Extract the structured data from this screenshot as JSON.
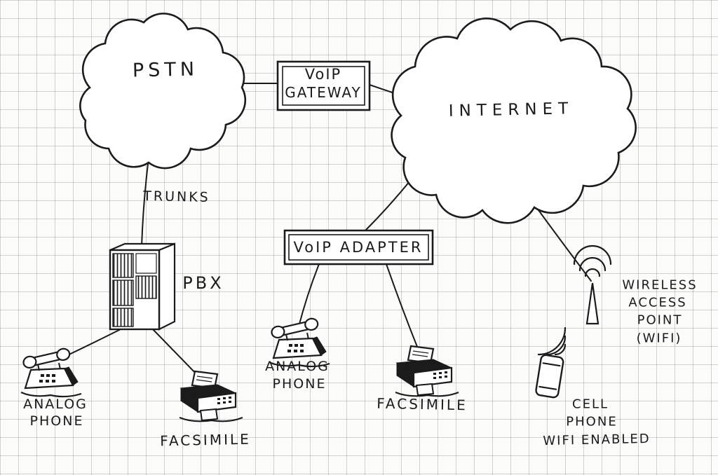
{
  "title": "Hand-drawn VoIP network diagram on graph paper",
  "labels": {
    "pstn": "PSTN",
    "gateway1": "VoIP",
    "gateway2": "GATEWAY",
    "internet": "INTERNET",
    "trunks": "TRUNKS",
    "pbx": "PBX",
    "adapter": "VoIP ADAPTER",
    "analog_left1": "ANALOG",
    "analog_left2": "PHONE",
    "fax_left": "FACSIMILE",
    "analog_mid1": "ANALOG",
    "analog_mid2": "PHONE",
    "fax_mid": "FACSIMILE",
    "wap1": "WIRELESS",
    "wap2": "ACCESS",
    "wap3": "POINT",
    "wap4": "(WIFI)",
    "cell1": "CELL",
    "cell2": "PHONE",
    "cell3": "WIFI ENABLED"
  },
  "nodes": [
    {
      "id": "pstn",
      "type": "cloud",
      "label": "PSTN"
    },
    {
      "id": "voip-gateway",
      "type": "box",
      "label": "VoIP GATEWAY"
    },
    {
      "id": "internet",
      "type": "cloud",
      "label": "INTERNET"
    },
    {
      "id": "pbx",
      "type": "cabinet",
      "label": "PBX"
    },
    {
      "id": "voip-adapter",
      "type": "box",
      "label": "VoIP ADAPTER"
    },
    {
      "id": "analog-phone-left",
      "type": "analog-phone-icon",
      "label": "ANALOG PHONE"
    },
    {
      "id": "facsimile-left",
      "type": "facsimile-icon",
      "label": "FACSIMILE"
    },
    {
      "id": "analog-phone-mid",
      "type": "analog-phone-icon",
      "label": "ANALOG PHONE"
    },
    {
      "id": "facsimile-mid",
      "type": "facsimile-icon",
      "label": "FACSIMILE"
    },
    {
      "id": "wap",
      "type": "antenna-icon",
      "label": "WIRELESS ACCESS POINT (WIFI)"
    },
    {
      "id": "cell-phone",
      "type": "cell-phone-icon",
      "label": "CELL PHONE WIFI ENABLED"
    }
  ],
  "connections": [
    {
      "from": "PSTN",
      "to": "VoIP GATEWAY"
    },
    {
      "from": "VoIP GATEWAY",
      "to": "INTERNET"
    },
    {
      "from": "PSTN",
      "to": "PBX",
      "label": "TRUNKS"
    },
    {
      "from": "PBX",
      "to": "ANALOG PHONE"
    },
    {
      "from": "PBX",
      "to": "FACSIMILE"
    },
    {
      "from": "INTERNET",
      "to": "VoIP ADAPTER"
    },
    {
      "from": "VoIP ADAPTER",
      "to": "ANALOG PHONE"
    },
    {
      "from": "VoIP ADAPTER",
      "to": "FACSIMILE"
    },
    {
      "from": "INTERNET",
      "to": "WIRELESS ACCESS POINT (WIFI)"
    },
    {
      "from": "WIRELESS ACCESS POINT (WIFI)",
      "to": "CELL PHONE WIFI ENABLED",
      "wireless": true
    }
  ],
  "style": {
    "ink": "#1b1b1b",
    "grid": "#b8b8b8",
    "paper": "#fcfcfb"
  }
}
